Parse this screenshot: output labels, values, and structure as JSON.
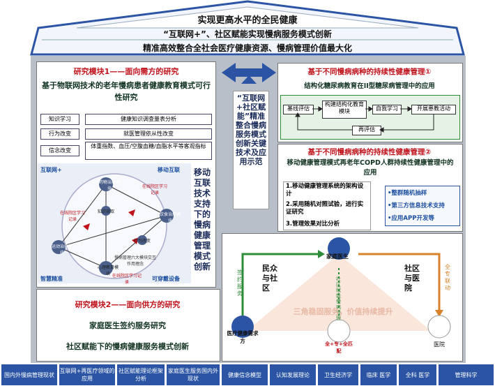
{
  "roof": {
    "line1": "实现更高水平的全民健康",
    "line2": "“互联网+”、社区赋能实现慢病服务模式创新",
    "line3": "精准高效整合全社会医疗健康资源、慢病管理价值最大化"
  },
  "module1": {
    "title": "研究模块1——面向需方的研究",
    "subtitle": "基于物联网技术的老年慢病患者健康教育模式可行性研究",
    "rows": [
      {
        "left": "知识学习",
        "right": "健康知识调查量表分析"
      },
      {
        "left": "行为改变",
        "right": "就医管理依从性改变"
      },
      {
        "left": "信念改变",
        "right": "体重指数、血压/空腹血糖/血脂水平等客观指标"
      }
    ],
    "diagram": {
      "corner_tl": "互联网+",
      "corner_tr": "移动互联",
      "corner_bl": "智慧精准",
      "corner_br": "可穿戴设备",
      "nodes": [
        "药物治疗模块",
        "饮食治疗模块",
        "运动治疗模块",
        "心理教育模块",
        "知识获取",
        "行为改变"
      ],
      "caption_center": "慢病管理六大模块交互作用理念",
      "arc_labels": [
        "在线院区学习记录",
        "在线院区学习记录",
        "在线院区学习记录"
      ]
    },
    "side_text": "移动互联技术支持下的慢病健康管理模式创新"
  },
  "center_arrow": {
    "text": "“互联网+社区赋能”精准整合慢病服务模式创新关键技术及应用示范"
  },
  "right1": {
    "title": "基于不同慢病病种的持续性健康管理①",
    "subtitle": "结构化糖尿病教育在II型糖尿病管理中的应用",
    "flow": [
      "基线评估",
      "构建结构化教育模块",
      "自我学习",
      "开展患教活动",
      "再评估"
    ]
  },
  "right2": {
    "title": "基于不同慢病病种的持续性健康管理②",
    "subtitle": "移动健康管理模式再老年COPD人群持续性健康管理中的应用",
    "list": [
      "1.移动健康管理系统的架构设计",
      "2.采用随机对照试验，进行实证研究",
      "3.管理效果对比分析"
    ],
    "bullets": [
      "•整群随机抽样",
      "•第三方信息技术支持",
      "•应用APP开发等"
    ]
  },
  "triangle": {
    "top": "家庭医生",
    "left": "医疗健康需求方",
    "right": "医院",
    "bottom": "全+专+全匹配",
    "left_side": "民众与社区",
    "right_side": "社区与医院",
    "left_arrow": "签约服务",
    "right_arrow": "全专联动",
    "center_vertical": "社区赋能慢病管理",
    "watermark": "三角稳固服务，价值持续提升"
  },
  "module2": {
    "title": "研究模块2——面向供方的研究",
    "line1": "家庭医生签约服务研究",
    "line2": "社区赋能下的慢病健康服务模式创新"
  },
  "pillars": [
    "国内外慢病管理现状",
    "互联网+再医疗领域的应用",
    "社区赋能理论框架分析",
    "家庭医生服务国内外现状",
    "健康信念模型",
    "认知发展理论",
    "卫生经济学",
    "临床 医学",
    "全科 医学",
    "管理科学"
  ],
  "colors": {
    "primary": "#2b55a4",
    "red": "#c0121b",
    "green": "#2e8b3a",
    "orange": "#d9822b"
  }
}
